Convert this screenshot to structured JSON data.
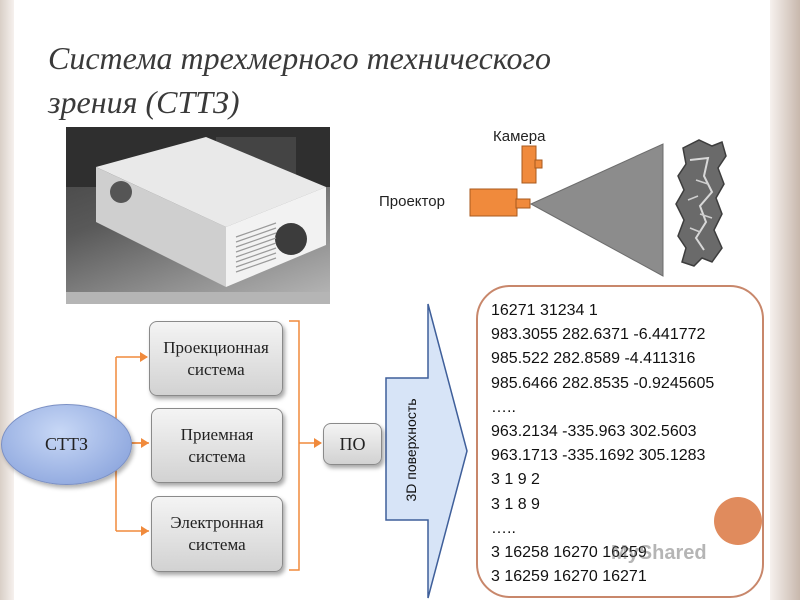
{
  "title": {
    "line1": "Система трехмерного технического",
    "line2": "зрения (СТТЗ)"
  },
  "diagram": {
    "camera_label": "Камера",
    "projector_label": "Проектор"
  },
  "blocks": {
    "sttz": "СТТЗ",
    "projection_system": "Проекционная система",
    "receiving_system": "Приемная система",
    "electronic_system": "Электронная система",
    "software": "ПО",
    "arrow_label": "3D поверхность"
  },
  "data_lines": [
    "16271 31234 1",
    "983.3055 282.6371 -6.441772",
    "985.522 282.8589 -4.411316",
    "985.6466 282.8535 -0.9245605",
    "…..",
    "963.2134 -335.963 302.5603",
    "963.1713 -335.1692 305.1283",
    "3 1 9 2",
    "3 1 8 9",
    "…..",
    "3 16258 16270 16259",
    "3 16259 16270 16271"
  ],
  "watermark": "MyShared",
  "colors": {
    "orange": "#f08a3c",
    "data_border": "#c8876b",
    "oval_blue": "#8ea7de",
    "deco_circle": "#e08b5d"
  }
}
